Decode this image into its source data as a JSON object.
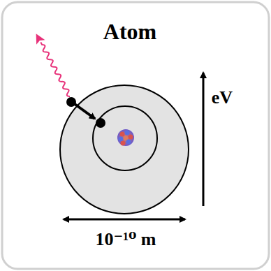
{
  "diagram": {
    "title": "Atom",
    "labels": [
      "eV",
      "10⁻¹⁰ m"
    ]
  }
}
